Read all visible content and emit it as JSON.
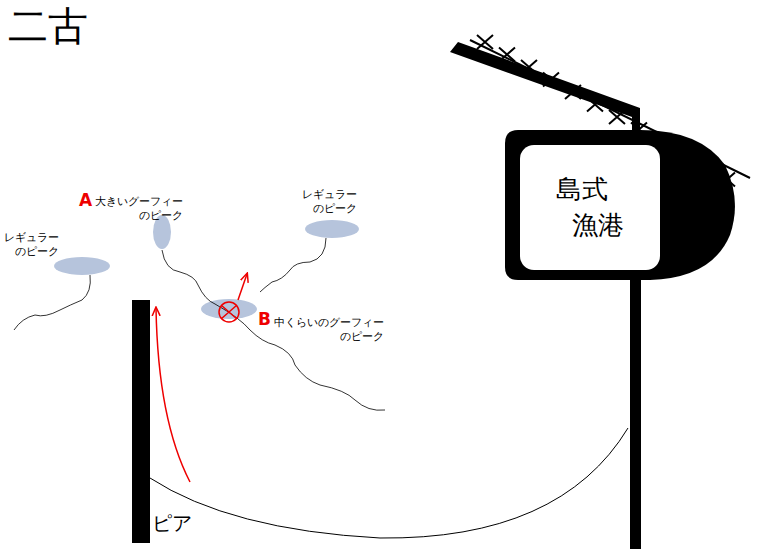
{
  "diagram": {
    "title": "二古",
    "nodes": [
      {
        "text": [
          "島式 漁港"
        ]
      }
    ],
    "labels": [
      "A",
      "大きいグーフィー のピーク",
      "B",
      "中くらいのグーフィー のピーク",
      "レギュラー のピーク",
      "レギュラー のピーク",
      "ピア"
    ]
  }
}
